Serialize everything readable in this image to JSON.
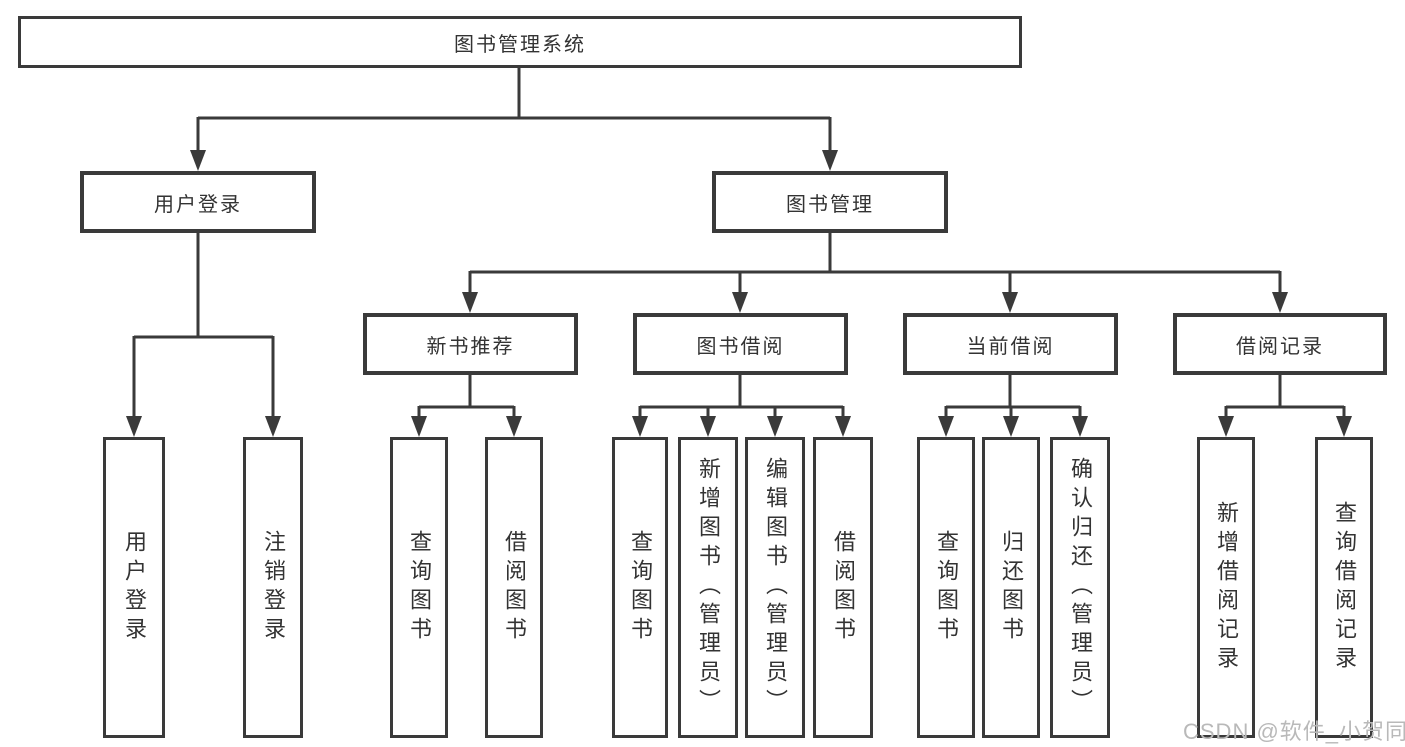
{
  "diagram_type": "hierarchy-tree",
  "colors": {
    "line": "#3a3a3a",
    "box_border": "#3a3a3a",
    "text": "#333333",
    "background": "#ffffff",
    "watermark": "#b9b9b9"
  },
  "tree": {
    "label": "图书管理系统",
    "children": [
      {
        "label": "用户登录",
        "children": [
          {
            "label": "用户登录"
          },
          {
            "label": "注销登录"
          }
        ]
      },
      {
        "label": "图书管理",
        "children": [
          {
            "label": "新书推荐",
            "children": [
              {
                "label": "查询图书"
              },
              {
                "label": "借阅图书"
              }
            ]
          },
          {
            "label": "图书借阅",
            "children": [
              {
                "label": "查询图书"
              },
              {
                "label": "新增图书（管理员）"
              },
              {
                "label": "编辑图书（管理员）"
              },
              {
                "label": "借阅图书"
              }
            ]
          },
          {
            "label": "当前借阅",
            "children": [
              {
                "label": "查询图书"
              },
              {
                "label": "归还图书"
              },
              {
                "label": "确认归还（管理员）"
              }
            ]
          },
          {
            "label": "借阅记录",
            "children": [
              {
                "label": "新增借阅记录"
              },
              {
                "label": "查询借阅记录"
              }
            ]
          }
        ]
      }
    ]
  },
  "watermark": {
    "text": "CSDN @软件_小贺同学"
  }
}
